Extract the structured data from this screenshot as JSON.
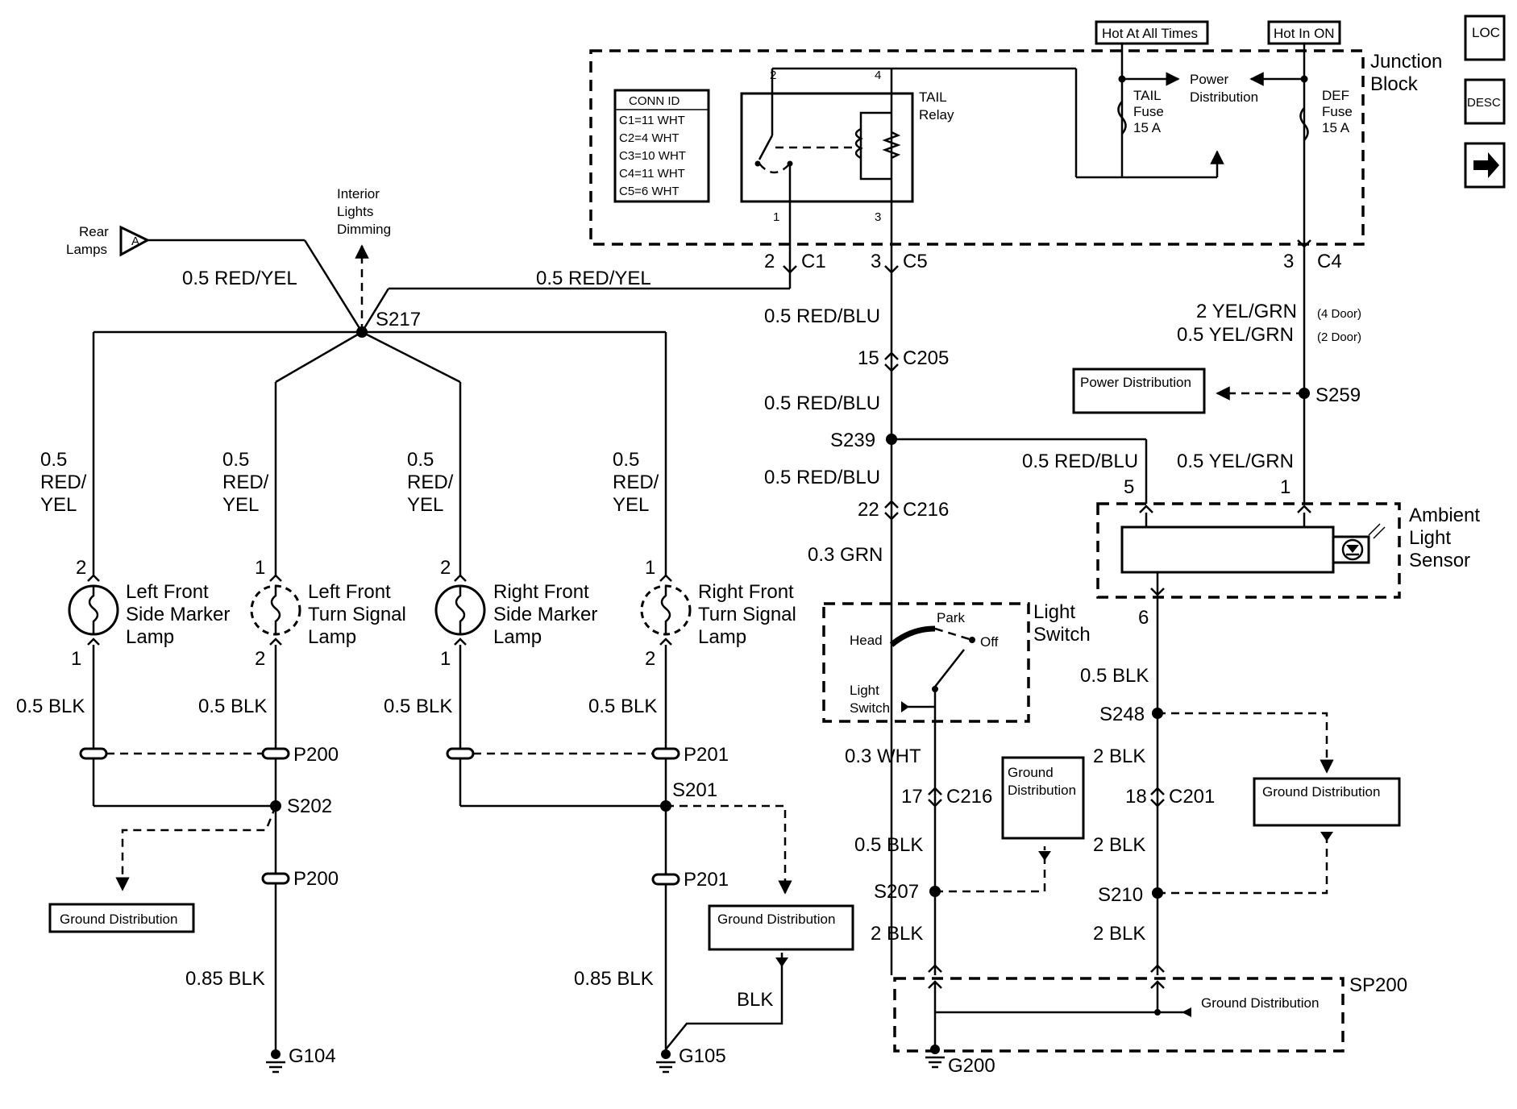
{
  "header": {
    "hot_at_all_times": "Hot At All Times",
    "hot_in_on": "Hot In ON"
  },
  "nav": {
    "loc_icon": "LOC",
    "desc_icon": "DESC",
    "next_icon": "arrow-right-icon"
  },
  "junction_block": {
    "label_line1": "Junction",
    "label_line2": "Block",
    "conn_id_title": "CONN ID",
    "conn_id_rows": [
      "C1=11 WHT",
      "C2=4 WHT",
      "C3=10 WHT",
      "C4=11 WHT",
      "C5=6 WHT"
    ],
    "relay_label_line1": "TAIL",
    "relay_label_line2": "Relay",
    "relay_pins": [
      "2",
      "4",
      "1",
      "3"
    ],
    "tail_fuse": [
      "TAIL",
      "Fuse",
      "15 A"
    ],
    "def_fuse": [
      "DEF",
      "Fuse",
      "15 A"
    ],
    "power_dist": [
      "Power",
      "Distribution"
    ]
  },
  "connectors": {
    "c1_pin": "2",
    "c1": "C1",
    "c5_pin": "3",
    "c5": "C5",
    "c4_pin": "3",
    "c4": "C4",
    "c205_pin": "15",
    "c205": "C205",
    "c216_pin": "22",
    "c216": "C216",
    "c216b_pin": "17",
    "c216b": "C216",
    "c201_pin": "18",
    "c201": "C201"
  },
  "wires": {
    "red_yel_left": "0.5 RED/YEL",
    "red_yel_right": "0.5 RED/YEL",
    "red_blu_1": "0.5 RED/BLU",
    "red_blu_2": "0.5 RED/BLU",
    "red_blu_3": "0.5 RED/BLU",
    "red_blu_sensor": "0.5 RED/BLU",
    "yel_grn_2": "2 YEL/GRN",
    "yel_grn_05": "0.5 YEL/GRN",
    "four_door": "(4 Door)",
    "two_door": "(2 Door)",
    "yel_grn_sensor": "0.5 YEL/GRN",
    "grn": "0.3 GRN",
    "wht": "0.3 WHT",
    "lamp_feed_line1": "0.5",
    "lamp_feed_line2": "RED/",
    "lamp_feed_line3": "YEL",
    "blk_05": "0.5 BLK",
    "blk_085": "0.85 BLK",
    "blk": "BLK",
    "blk_2": "2 BLK"
  },
  "splices": {
    "s217": "S217",
    "s239": "S239",
    "s259": "S259",
    "s248": "S248",
    "s202": "S202",
    "s201": "S201",
    "s207": "S207",
    "s210": "S210",
    "p200": "P200",
    "p201": "P201",
    "sp200": "SP200"
  },
  "grounds": {
    "g104": "G104",
    "g105": "G105",
    "g200": "G200"
  },
  "references": {
    "rear_lamps_line1": "Rear",
    "rear_lamps_line2": "Lamps",
    "rear_lamps_tag": "A",
    "interior_line1": "Interior",
    "interior_line2": "Lights",
    "interior_line3": "Dimming",
    "power_distribution": "Power Distribution",
    "ground_distribution": "Ground Distribution",
    "ground_distribution_line1": "Ground",
    "ground_distribution_line2": "Distribution"
  },
  "lamps": [
    {
      "name": [
        "Left Front",
        "Side Marker",
        "Lamp"
      ],
      "top_pin": "2",
      "bottom_pin": "1"
    },
    {
      "name": [
        "Left Front",
        "Turn Signal",
        "Lamp"
      ],
      "top_pin": "1",
      "bottom_pin": "2"
    },
    {
      "name": [
        "Right Front",
        "Side Marker",
        "Lamp"
      ],
      "top_pin": "2",
      "bottom_pin": "1"
    },
    {
      "name": [
        "Right Front",
        "Turn Signal",
        "Lamp"
      ],
      "top_pin": "1",
      "bottom_pin": "2"
    }
  ],
  "light_switch": {
    "label_line1": "Light",
    "label_line2": "Switch",
    "head": "Head",
    "park": "Park",
    "off": "Off",
    "inner_line1": "Light",
    "inner_line2": "Switch"
  },
  "sensor": {
    "label_line1": "Ambient",
    "label_line2": "Light",
    "label_line3": "Sensor",
    "pin_5": "5",
    "pin_1": "1",
    "pin_6": "6"
  }
}
